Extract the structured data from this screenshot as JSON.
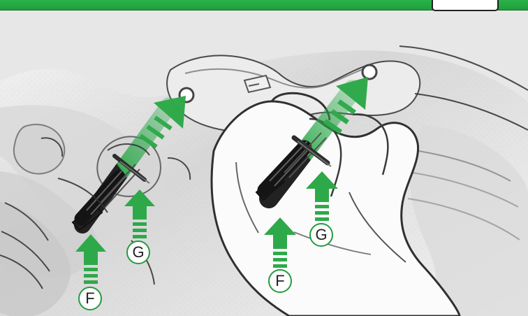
{
  "document": {
    "labels": {
      "f_left": "F",
      "g_left": "G",
      "f_right": "F",
      "g_right": "G"
    }
  }
}
